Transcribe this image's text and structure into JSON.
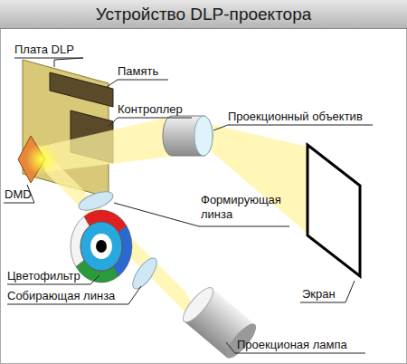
{
  "diagram": {
    "title": "Устройство DLP-проектора",
    "labels": [
      "Плата DLP",
      "Память",
      "Контроллер",
      "Проекционный объектив",
      "DMD",
      "Формирующая линза",
      "Цветофильтр",
      "Собирающая линза",
      "Экран",
      "Проекционая лампа"
    ]
  }
}
